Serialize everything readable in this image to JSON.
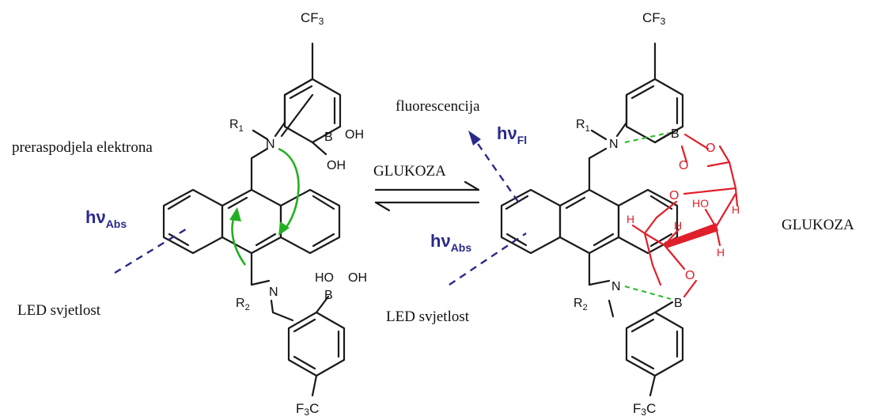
{
  "colors": {
    "bond": "#1a1a1a",
    "label_blue": "#2a2a8a",
    "glucose_red": "#e0202a",
    "electron_arrow_green": "#22b022",
    "hbond_green": "#2fbf2f"
  },
  "labels": {
    "electron_redistribution": "preraspodjela elektrona",
    "fluorescence": "fluorescencija",
    "led_light_left": "LED svjetlost",
    "led_light_right": "LED svjetlost",
    "equilibrium_reagent": "GLUKOZA",
    "glucose_right": "GLUKOZA"
  },
  "photon": {
    "h": "hν",
    "abs_sub": "Abs",
    "fl_sub": "Fl"
  },
  "atoms": {
    "cf3": "CF",
    "three": "3",
    "f3c_f": "F",
    "f3c_c": "C",
    "r": "R",
    "r1_sub": "1",
    "r2_sub": "2",
    "n": "N",
    "b": "B",
    "oh": "OH",
    "ho": "HO",
    "o": "O",
    "h": "H"
  }
}
